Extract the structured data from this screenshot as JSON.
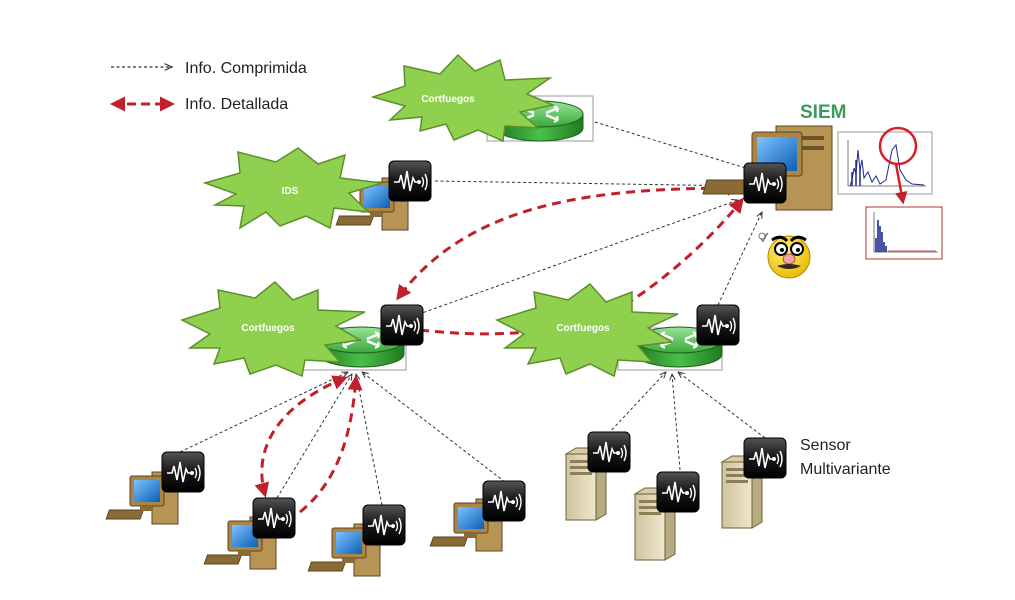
{
  "legend": {
    "compressed_label": "Info. Comprimida",
    "detailed_label": "Info. Detallada"
  },
  "labels": {
    "firewall_top": "Cortfuegos",
    "ids": "IDS",
    "firewall_left": "Cortfuegos",
    "firewall_right": "Cortfuegos",
    "siem": "SIEM",
    "sensor_line1": "Sensor",
    "sensor_line2": "Multivariante"
  },
  "colors": {
    "compressed_line": "#333333",
    "detailed_line": "#c0202a",
    "burst_fill": "#8fd14f",
    "burst_stroke": "#5c8f2c",
    "router_green": "#3aa83a",
    "siem_title": "#3c9a5a",
    "sensor_box": "#1a1a1a",
    "monitor_screen": "#1e7fd6",
    "server_body": "#e3d9b8",
    "zoom_circle": "#d8202a"
  },
  "icons": {
    "sensor": "waveform-sensor-icon",
    "router": "router-icon",
    "firewall": "starburst-icon",
    "pc": "desktop-pc-icon",
    "server": "tower-server-icon",
    "siem_face": "disguise-face-icon",
    "chart": "spectrum-chart-icon"
  }
}
